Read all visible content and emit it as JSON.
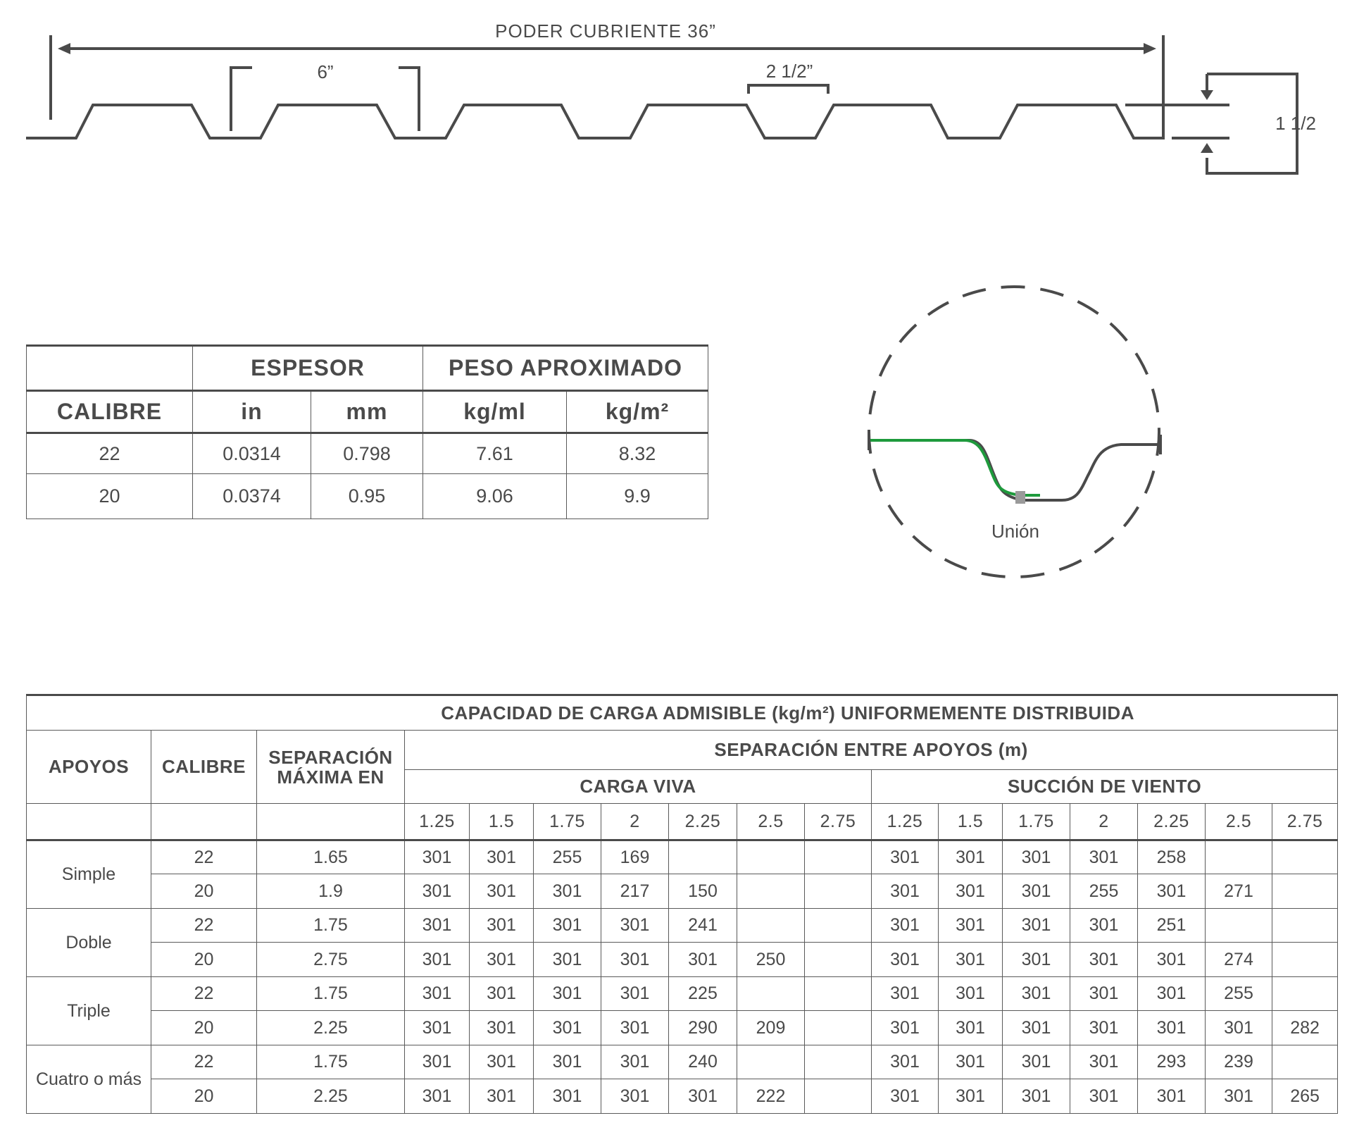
{
  "profile": {
    "cover_label": "PODER CUBRIENTE 36”",
    "rib_width_label": "6”",
    "valley_label": "2 1/2”",
    "height_label": "1 1/2"
  },
  "joint": {
    "label": "Unión",
    "colors": {
      "overlap": "#1e9a3c",
      "sheet": "#4a4a4a",
      "fastener": "#9a9a9a"
    }
  },
  "spec_table": {
    "headers": {
      "calibre": "CALIBRE",
      "espesor": "ESPESOR",
      "peso": "PESO APROXIMADO",
      "in": "in",
      "mm": "mm",
      "kgml": "kg/ml",
      "kgm2": "kg/m²"
    },
    "rows": [
      {
        "calibre": "22",
        "in": "0.0314",
        "mm": "0.798",
        "kgml": "7.61",
        "kgm2": "8.32"
      },
      {
        "calibre": "20",
        "in": "0.0374",
        "mm": "0.95",
        "kgml": "9.06",
        "kgm2": "9.9"
      }
    ]
  },
  "load_table": {
    "title": "CAPACIDAD DE CARGA ADMISIBLE (kg/m²) UNIFORMEMENTE DISTRIBUIDA",
    "headers": {
      "apoyos": "APOYOS",
      "calibre": "CALIBRE",
      "separacion": "SEPARACIÓN MÁXIMA EN",
      "separacion_apoyos": "SEPARACIÓN ENTRE APOYOS (m)",
      "carga_viva": "CARGA VIVA",
      "succion": "SUCCIÓN DE VIENTO"
    },
    "spans": [
      "1.25",
      "1.5",
      "1.75",
      "2",
      "2.25",
      "2.5",
      "2.75",
      "1.25",
      "1.5",
      "1.75",
      "2",
      "2.25",
      "2.5",
      "2.75"
    ],
    "groups": [
      {
        "apoyos": "Simple",
        "rows": [
          {
            "calibre": "22",
            "sep": "1.65",
            "vals": [
              "301",
              "301",
              "255",
              "169",
              "",
              "",
              "",
              "301",
              "301",
              "301",
              "301",
              "258",
              "",
              ""
            ]
          },
          {
            "calibre": "20",
            "sep": "1.9",
            "vals": [
              "301",
              "301",
              "301",
              "217",
              "150",
              "",
              "",
              "301",
              "301",
              "301",
              "255",
              "301",
              "271",
              ""
            ]
          }
        ]
      },
      {
        "apoyos": "Doble",
        "rows": [
          {
            "calibre": "22",
            "sep": "1.75",
            "vals": [
              "301",
              "301",
              "301",
              "301",
              "241",
              "",
              "",
              "301",
              "301",
              "301",
              "301",
              "251",
              "",
              ""
            ]
          },
          {
            "calibre": "20",
            "sep": "2.75",
            "vals": [
              "301",
              "301",
              "301",
              "301",
              "301",
              "250",
              "",
              "301",
              "301",
              "301",
              "301",
              "301",
              "274",
              ""
            ]
          }
        ]
      },
      {
        "apoyos": "Triple",
        "rows": [
          {
            "calibre": "22",
            "sep": "1.75",
            "vals": [
              "301",
              "301",
              "301",
              "301",
              "225",
              "",
              "",
              "301",
              "301",
              "301",
              "301",
              "301",
              "255",
              ""
            ]
          },
          {
            "calibre": "20",
            "sep": "2.25",
            "vals": [
              "301",
              "301",
              "301",
              "301",
              "290",
              "209",
              "",
              "301",
              "301",
              "301",
              "301",
              "301",
              "301",
              "282"
            ]
          }
        ]
      },
      {
        "apoyos": "Cuatro o más",
        "rows": [
          {
            "calibre": "22",
            "sep": "1.75",
            "vals": [
              "301",
              "301",
              "301",
              "301",
              "240",
              "",
              "",
              "301",
              "301",
              "301",
              "301",
              "293",
              "239",
              ""
            ]
          },
          {
            "calibre": "20",
            "sep": "2.25",
            "vals": [
              "301",
              "301",
              "301",
              "301",
              "301",
              "222",
              "",
              "301",
              "301",
              "301",
              "301",
              "301",
              "301",
              "265"
            ]
          }
        ]
      }
    ]
  }
}
